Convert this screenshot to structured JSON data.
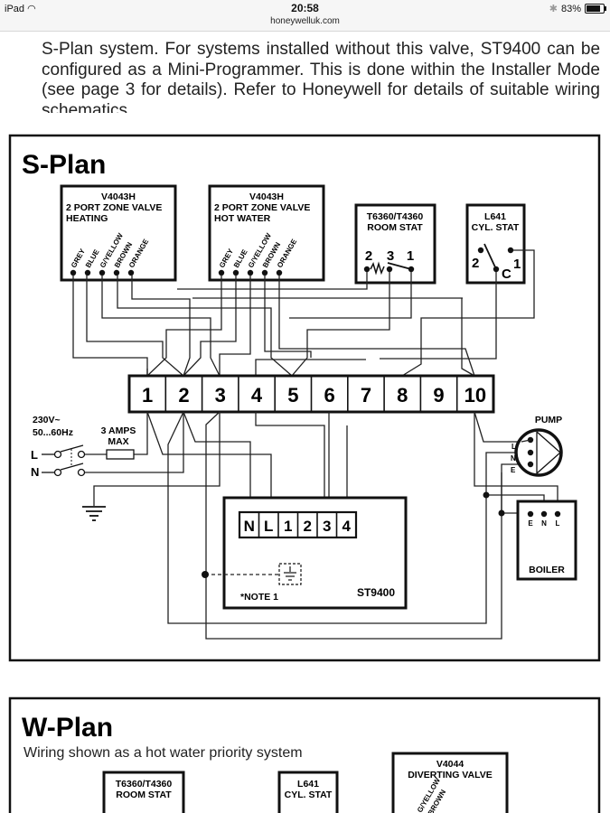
{
  "status_bar": {
    "device": "iPad",
    "wifi_icon": "wifi-icon",
    "time": "20:58",
    "url": "honeywelluk.com",
    "bluetooth_icon": "bluetooth-icon",
    "battery_percent": "83%",
    "battery_level": 0.83
  },
  "intro_text": {
    "partial_line": "S-Plan system. For systems installed without this valve, ST9400",
    "body": "can be configured as a Mini-Programmer. This is done within the Installer Mode (see page 3 for details). Refer to Honeywell for details of suitable wiring schematics."
  },
  "splan": {
    "title": "S-Plan",
    "valve_heating": {
      "model": "V4043H",
      "line1": "2 PORT ZONE VALVE",
      "line2": "HEATING",
      "wires": [
        "GREY",
        "BLUE",
        "G/YELLOW",
        "BROWN",
        "ORANGE"
      ]
    },
    "valve_hot_water": {
      "model": "V4043H",
      "line1": "2 PORT ZONE VALVE",
      "line2": "HOT WATER",
      "wires": [
        "GREY",
        "BLUE",
        "G/YELLOW",
        "BROWN",
        "ORANGE"
      ]
    },
    "room_stat": {
      "model": "T6360/T4360",
      "label": "ROOM STAT",
      "terminals": [
        "2",
        "3",
        "1"
      ]
    },
    "cyl_stat": {
      "model": "L641",
      "label": "CYL. STAT",
      "terminals": [
        "2",
        "C",
        "1"
      ]
    },
    "terminal_strip": [
      "1",
      "2",
      "3",
      "4",
      "5",
      "6",
      "7",
      "8",
      "9",
      "10"
    ],
    "supply": {
      "voltage": "230V~",
      "frequency": "50...60Hz",
      "fuse_line1": "3 AMPS",
      "fuse_line2": "MAX",
      "live": "L",
      "neutral": "N"
    },
    "pump": {
      "label": "PUMP",
      "terminals": [
        "L",
        "N",
        "E"
      ]
    },
    "boiler": {
      "label": "BOILER",
      "terminals": [
        "E",
        "N",
        "L"
      ]
    },
    "controller": {
      "model": "ST9400",
      "terminals": [
        "N",
        "L",
        "1",
        "2",
        "3",
        "4"
      ],
      "note": "*NOTE 1"
    }
  },
  "wplan": {
    "title": "W-Plan",
    "subtitle": "Wiring shown as a hot water priority system",
    "room_stat": {
      "model": "T6360/T4360",
      "label": "ROOM STAT"
    },
    "cyl_stat": {
      "model": "L641",
      "label": "CYL. STAT"
    },
    "diverting_valve": {
      "model": "V4044",
      "label": "DIVERTING VALVE",
      "wires_partial": [
        "G/YELLOW",
        "BROWN"
      ]
    }
  }
}
